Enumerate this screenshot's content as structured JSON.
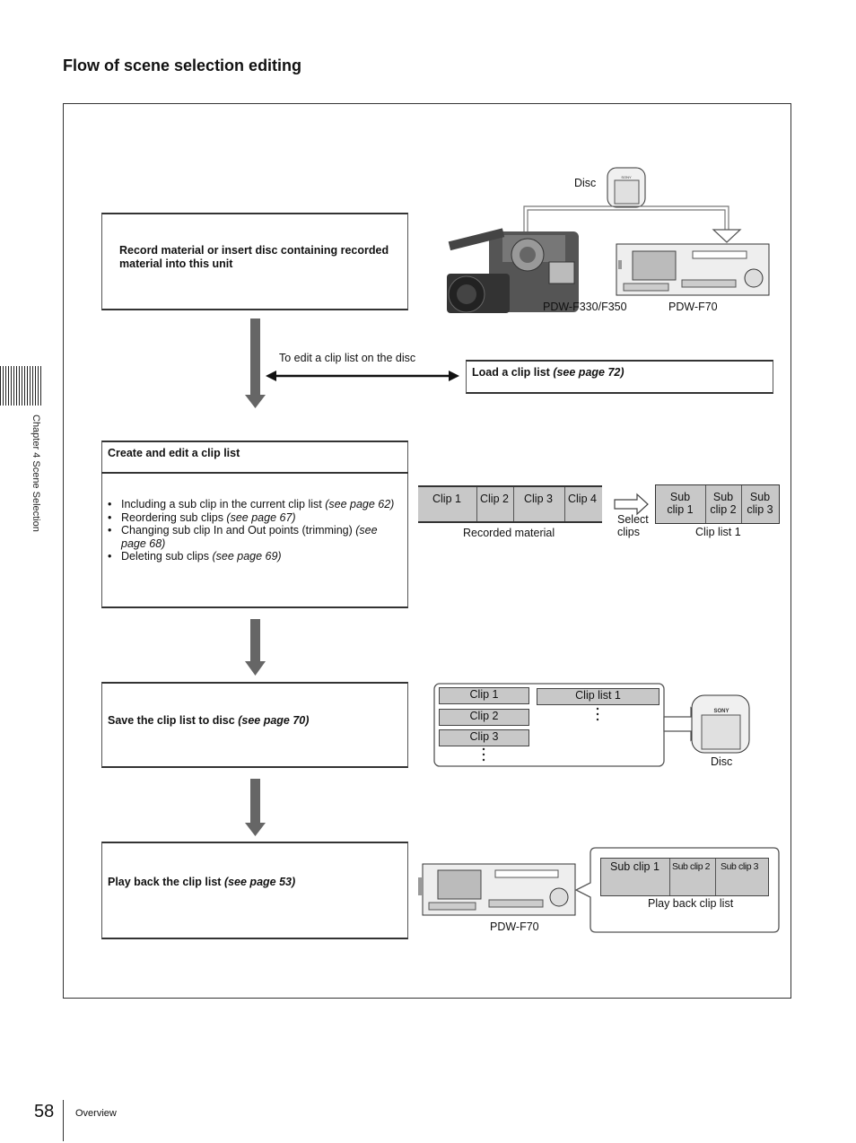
{
  "title": "Flow of scene selection editing",
  "steps": {
    "record": "Record material or insert disc containing recorded material into this unit",
    "create": "Create and edit a clip list",
    "save": "Save the clip list to disc",
    "save_ref": "(see page 70)",
    "play": "Play back the clip list",
    "play_ref": "(see page 53)"
  },
  "bullets": [
    {
      "text": "Including a sub clip in the current clip list ",
      "ref": "(see page 62)"
    },
    {
      "text": "Reordering sub clips ",
      "ref": "(see page 67)"
    },
    {
      "text": "Changing sub clip In and Out points (trimming) ",
      "ref": "(see page 68)"
    },
    {
      "text": "Deleting sub clips ",
      "ref": "(see page 69)"
    }
  ],
  "load": {
    "edit_label": "To edit a clip list on the disc",
    "text": "Load a clip list",
    "ref": "(see page 72)"
  },
  "devices": {
    "disc": "Disc",
    "camcorder": "PDW-F330/F350",
    "deck": "PDW-F70",
    "deck_bottom": "PDW-F70",
    "disc_bottom": "Disc",
    "disc_brand": "SONY"
  },
  "recorded": {
    "clips": [
      "Clip 1",
      "Clip 2",
      "Clip 3",
      "Clip 4"
    ],
    "label": "Recorded material",
    "select_label_1": "Select",
    "select_label_2": "clips"
  },
  "cliplist": {
    "subs": [
      [
        "Sub",
        "clip 1"
      ],
      [
        "Sub",
        "clip 2"
      ],
      [
        "Sub",
        "clip 3"
      ]
    ],
    "label": "Clip list 1"
  },
  "save_panel": {
    "clips": [
      "Clip 1",
      "Clip 2",
      "Clip 3"
    ],
    "list": "Clip list 1"
  },
  "playback": {
    "subs": [
      "Sub clip 1",
      "Sub clip 2",
      "Sub clip 3"
    ],
    "label": "Play back clip list"
  },
  "sidebar": {
    "chapter": "Chapter 4  Scene Selection"
  },
  "footer": {
    "page": "58",
    "section": "Overview"
  }
}
